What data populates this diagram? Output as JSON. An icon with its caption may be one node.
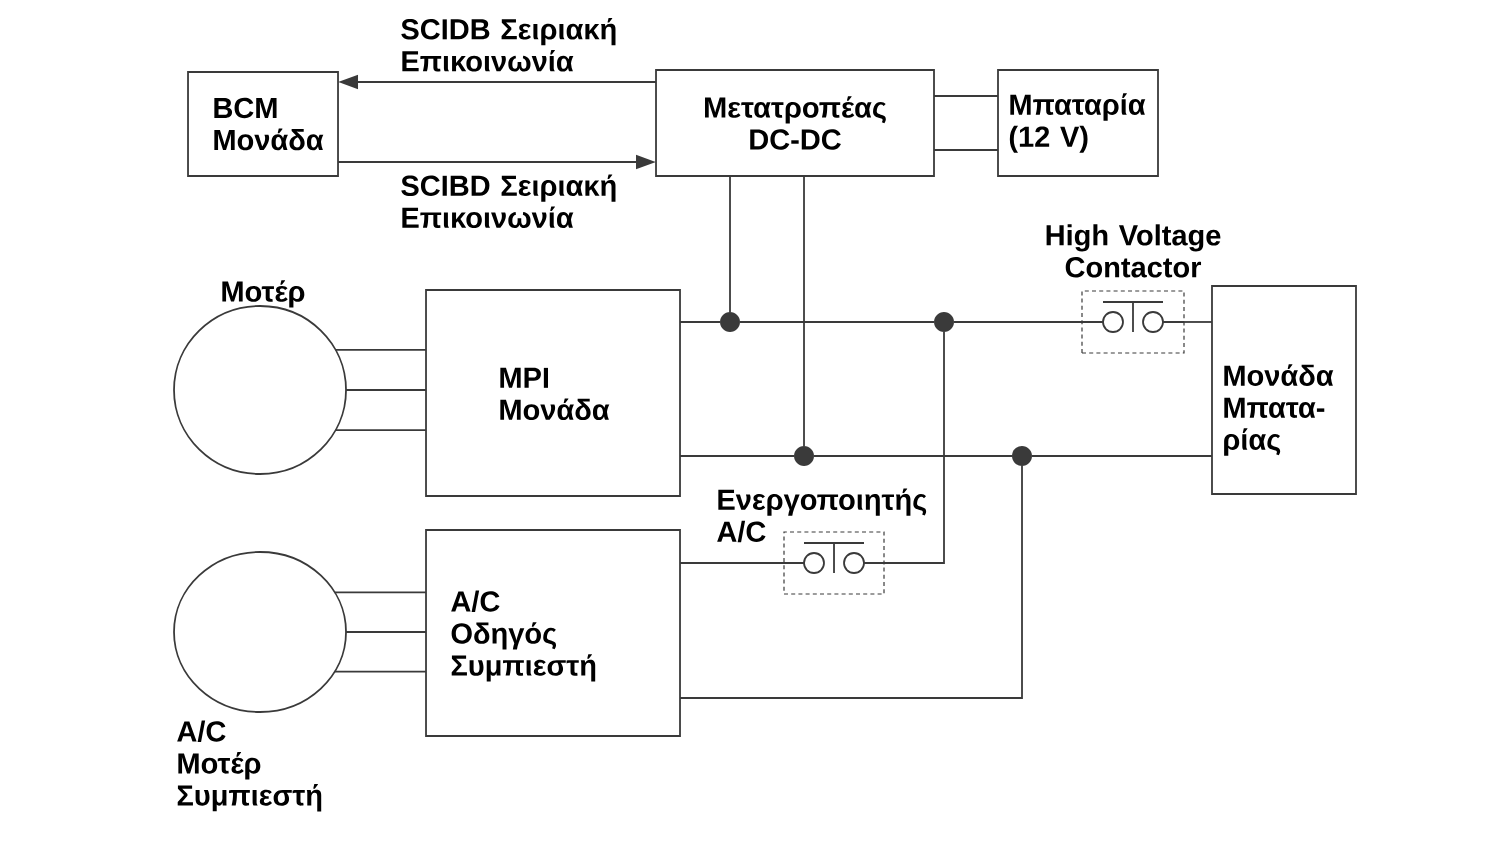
{
  "diagram": {
    "nodes": [
      {
        "text": [
          "BCM Μονάδα"
        ]
      },
      {
        "text": [
          "Μετατροπέας DC-DC"
        ]
      },
      {
        "text": [
          "Μπαταρία (12 V)"
        ]
      },
      {
        "text": [
          "High Voltage Contactor"
        ]
      },
      {
        "text": [
          "Μοτέρ"
        ]
      },
      {
        "text": [
          "MPI Μονάδα"
        ]
      },
      {
        "text": [
          "Μονάδα Μπατα- ρίας"
        ]
      },
      {
        "text": [
          "Ενεργοποιητής A/C"
        ]
      },
      {
        "text": [
          "A/C Οδηγός Συμπιεστή"
        ]
      },
      {
        "text": [
          "A/C Μοτέρ Συμπιεστή"
        ]
      },
      {
        "text": [],
        "shape": "dot"
      },
      {
        "text": [],
        "shape": "dot"
      },
      {
        "text": [],
        "shape": "dot"
      },
      {
        "text": [],
        "shape": "dot"
      }
    ],
    "edges": [
      {
        "from": 1,
        "to": 0,
        "arrow": "to",
        "label": "SCIDB Σειριακή Επικοινωνία"
      },
      {
        "from": 0,
        "to": 1,
        "arrow": "to",
        "label": "SCIBD Σειριακή Επικοινωνία"
      },
      {
        "from": 1,
        "to": 2,
        "arrow": "none"
      },
      {
        "from": 1,
        "to": 2,
        "arrow": "none"
      },
      {
        "from": 4,
        "to": 5,
        "arrow": "none"
      },
      {
        "from": 4,
        "to": 5,
        "arrow": "none"
      },
      {
        "from": 4,
        "to": 5,
        "arrow": "none"
      },
      {
        "from": 1,
        "to": 10,
        "arrow": "none"
      },
      {
        "from": 5,
        "to": 10,
        "arrow": "none"
      },
      {
        "from": 10,
        "to": 11,
        "arrow": "none"
      },
      {
        "from": 11,
        "to": 3,
        "arrow": "none"
      },
      {
        "from": 3,
        "to": 6,
        "arrow": "none"
      },
      {
        "from": 7,
        "to": 11,
        "arrow": "none"
      },
      {
        "from": 8,
        "to": 7,
        "arrow": "none"
      },
      {
        "from": 1,
        "to": 12,
        "arrow": "none"
      },
      {
        "from": 5,
        "to": 12,
        "arrow": "none"
      },
      {
        "from": 12,
        "to": 13,
        "arrow": "none"
      },
      {
        "from": 13,
        "to": 6,
        "arrow": "none"
      },
      {
        "from": 8,
        "to": 13,
        "arrow": "none"
      },
      {
        "from": 9,
        "to": 8,
        "arrow": "none"
      },
      {
        "from": 9,
        "to": 8,
        "arrow": "none"
      },
      {
        "from": 9,
        "to": 8,
        "arrow": "none"
      }
    ]
  }
}
